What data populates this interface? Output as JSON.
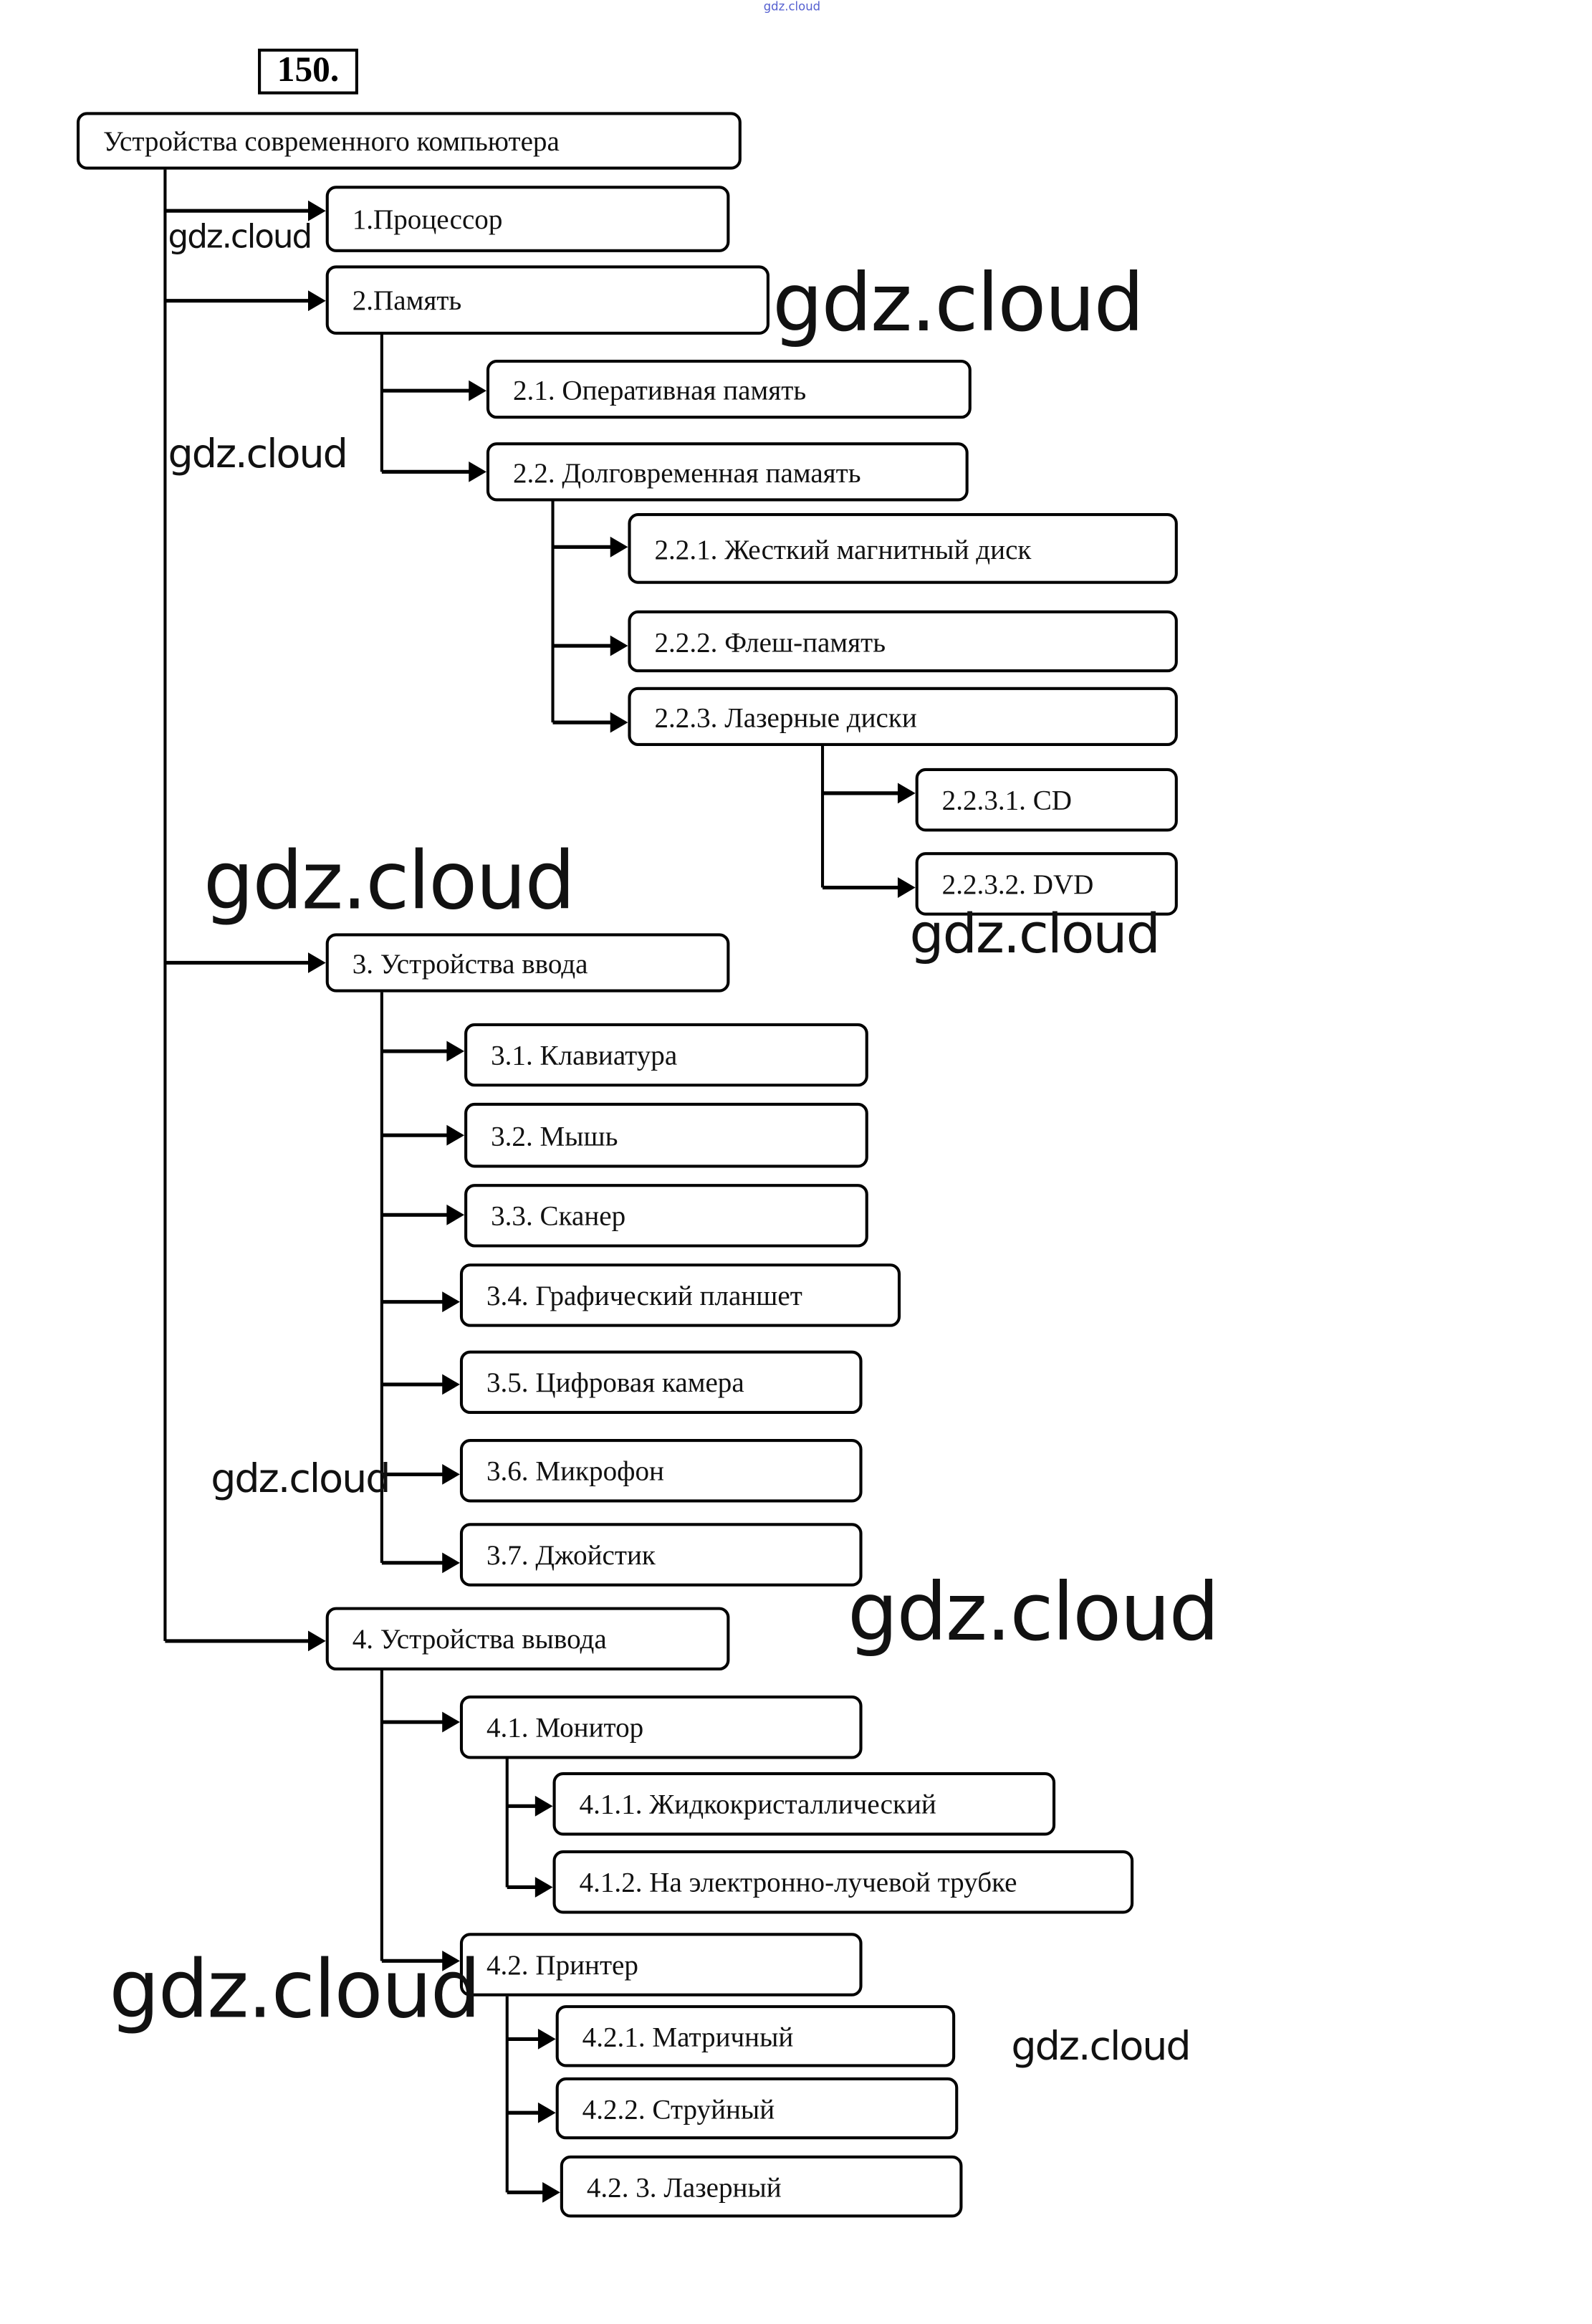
{
  "exercise_number": "150.",
  "top_watermark": "gdz.cloud",
  "nodes": {
    "root": "Устройства современного компьютера",
    "n1": "1.Процессор",
    "n2": "2.Память",
    "n2_1": "2.1. Оперативная память",
    "n2_2": "2.2. Долговременная памаять",
    "n2_2_1": "2.2.1. Жесткий магнитный диск",
    "n2_2_2": "2.2.2. Флеш-память",
    "n2_2_3": "2.2.3. Лазерные диски",
    "n2_2_3_1": "2.2.3.1. CD",
    "n2_2_3_2": "2.2.3.2. DVD",
    "n3": "3. Устройства ввода",
    "n3_1": "3.1. Клавиатура",
    "n3_2": "3.2. Мышь",
    "n3_3": "3.3. Сканер",
    "n3_4": "3.4. Графический планшет",
    "n3_5": "3.5. Цифровая камера",
    "n3_6": "3.6. Микрофон",
    "n3_7": "3.7. Джойстик",
    "n4": "4. Устройства вывода",
    "n4_1": "4.1.  Монитор",
    "n4_1_1": "4.1.1.  Жидкокристаллический",
    "n4_1_2": "4.1.2.  На электронно-лучевой трубке",
    "n4_2": "4.2.  Принтер",
    "n4_2_1": "4.2.1.  Матричный",
    "n4_2_2": "4.2.2.  Струйный",
    "n4_2_3": "4.2. 3.  Лазерный"
  },
  "watermark": "gdz.cloud"
}
